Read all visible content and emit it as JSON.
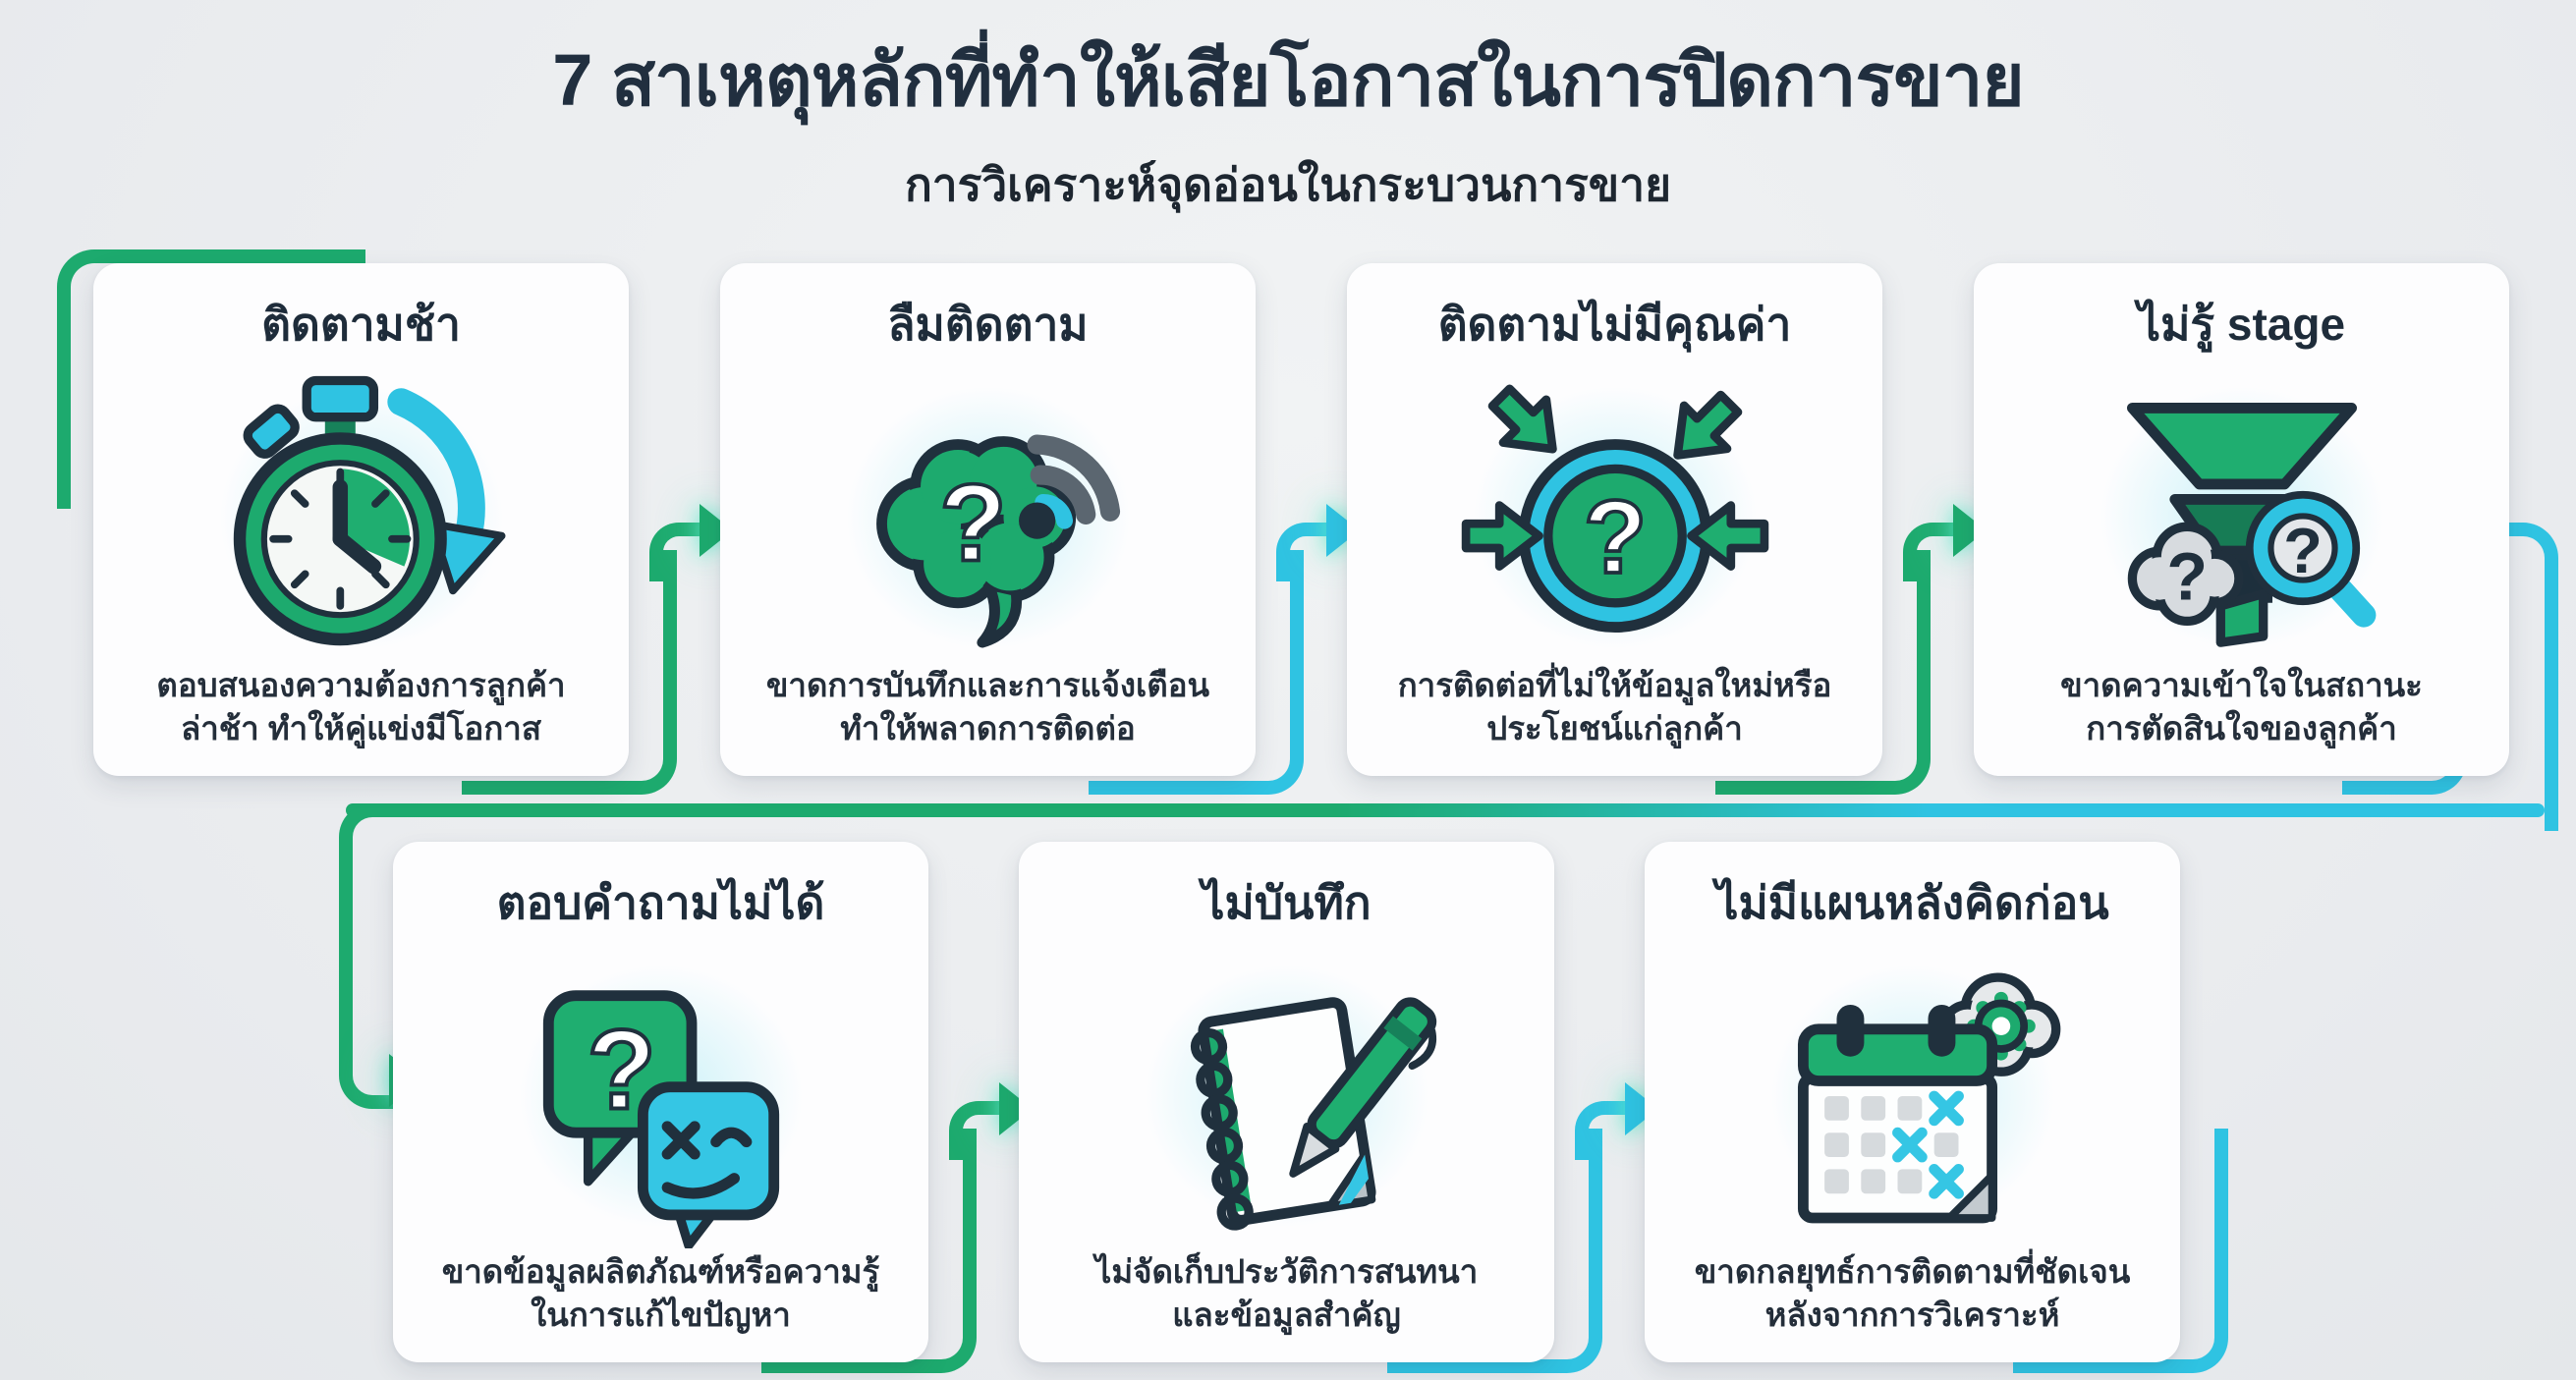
{
  "header": {
    "title": "7 สาเหตุหลักที่ทำให้เสียโอกาสในการปิดการขาย",
    "subtitle": "การวิเคราะห์จุดอ่อนในกระบวนการขาย"
  },
  "colors": {
    "green_accent": "#1daa6e",
    "cyan_accent": "#2fc3e2",
    "title_navy": "#212f3f",
    "card_background": "#fdfdfe",
    "page_background": "#edeff1"
  },
  "cards": [
    {
      "title": "ติดตามช้า",
      "body": "ตอบสนองความต้องการลูกค้า\nล่าช้า ทำให้คู่แข่งมีโอกาส",
      "icon": "stopwatch",
      "accent": "green"
    },
    {
      "title": "ลืมติดตาม",
      "body": "ขาดการบันทึกและการแจ้งเตือน\nทำให้พลาดการติดต่อ",
      "icon": "brain-alert",
      "accent": "cyan"
    },
    {
      "title": "ติดตามไม่มีคุณค่า",
      "body": "การติดต่อที่ไม่ให้ข้อมูลใหม่หรือ\nประโยชน์แก่ลูกค้า",
      "icon": "question-target",
      "accent": "green"
    },
    {
      "title": "ไม่รู้ stage",
      "body": "ขาดความเข้าใจในสถานะ\nการตัดสินใจของลูกค้า",
      "icon": "funnel-search",
      "accent": "cyan"
    },
    {
      "title": "ตอบคำถามไม่ได้",
      "body": "ขาดข้อมูลผลิตภัณฑ์หรือความรู้\nในการแก้ไขปัญหา",
      "icon": "chat-confused",
      "accent": "green"
    },
    {
      "title": "ไม่บันทึก",
      "body": "ไม่จัดเก็บประวัติการสนทนา\nและข้อมูลสำคัญ",
      "icon": "notebook-pen",
      "accent": "cyan"
    },
    {
      "title": "ไม่มีแผนหลังคิดก่อน",
      "body": "ขาดกลยุทธ์การติดตามที่ชัดเจน\nหลังจากการวิเคราะห์",
      "icon": "calendar-gear",
      "accent": "cyan"
    }
  ]
}
